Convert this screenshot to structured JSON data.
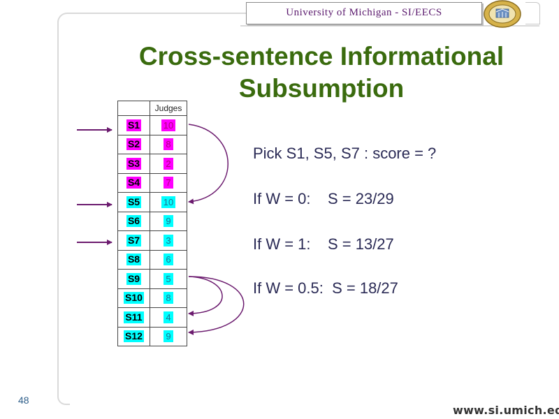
{
  "header": {
    "institution": "University of Michigan - SI/EECS"
  },
  "title": {
    "line1": "Cross-sentence Informational",
    "line2": "Subsumption"
  },
  "table": {
    "header": "Judges",
    "rows": [
      {
        "label": "S1",
        "value": "10",
        "color": "#ff00ff"
      },
      {
        "label": "S2",
        "value": "8",
        "color": "#ff00ff"
      },
      {
        "label": "S3",
        "value": "2",
        "color": "#ff00ff"
      },
      {
        "label": "S4",
        "value": "7",
        "color": "#ff00ff"
      },
      {
        "label": "S5",
        "value": "10",
        "color": "#00ffff"
      },
      {
        "label": "S6",
        "value": "9",
        "color": "#00ffff"
      },
      {
        "label": "S7",
        "value": "3",
        "color": "#00ffff"
      },
      {
        "label": "S8",
        "value": "6",
        "color": "#00ffff"
      },
      {
        "label": "S9",
        "value": "5",
        "color": "#00ffff"
      },
      {
        "label": "S10",
        "value": "8",
        "color": "#00ffff"
      },
      {
        "label": "S11",
        "value": "4",
        "color": "#00ffff"
      },
      {
        "label": "S12",
        "value": "9",
        "color": "#00ffff"
      }
    ]
  },
  "content": {
    "pick": "Pick S1, S5, S7 : score = ?",
    "w0": "If W = 0:    S = 23/29",
    "w1": "If W = 1:    S = 13/27",
    "w05": "If W = 0.5:  S = 18/27"
  },
  "footer": {
    "page_number": "48",
    "url": "www.si.umich.edu"
  },
  "colors": {
    "title": "#3a6b0e",
    "header_text": "#5b1a6e",
    "arrows": "#6b1a6e",
    "magenta": "#ff00ff",
    "cyan": "#00ffff"
  }
}
